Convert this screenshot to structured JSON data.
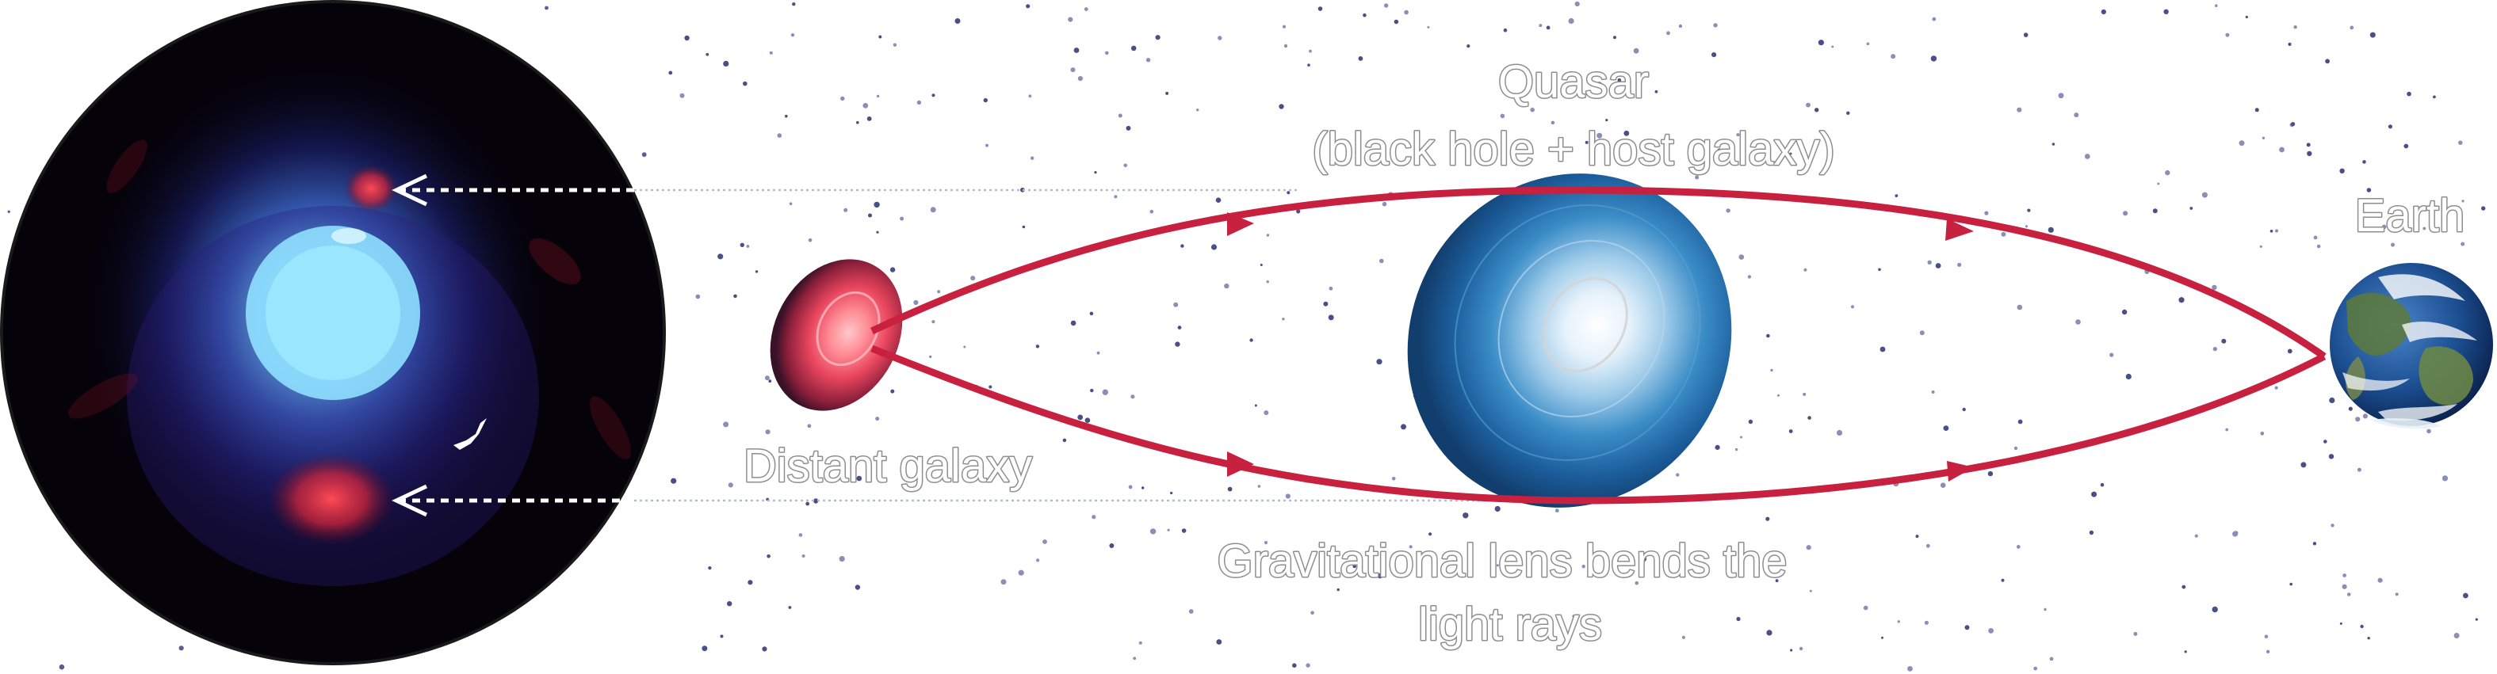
{
  "labels": {
    "quasar_line1": "Quasar",
    "quasar_line2": "(black hole + host galaxy)",
    "earth": "Earth",
    "distant_galaxy": "Distant galaxy",
    "lens_line1": "Gravitational lens bends the",
    "lens_line2": "light rays"
  },
  "colors": {
    "light_ray": "#c8203f",
    "distant_galaxy": "#e8455d",
    "quasar_halo": "#1f5fa3",
    "quasar_core": "#ffffff",
    "inset_background": "#05020a",
    "inset_quasar_glow": "#8fe0ff",
    "inset_lensed_image": "#ff3344"
  },
  "icons": {
    "earth": "earth-globe-icon",
    "ray_direction": "arrow-head-icon",
    "image_pointer": "chevron-left-icon"
  }
}
